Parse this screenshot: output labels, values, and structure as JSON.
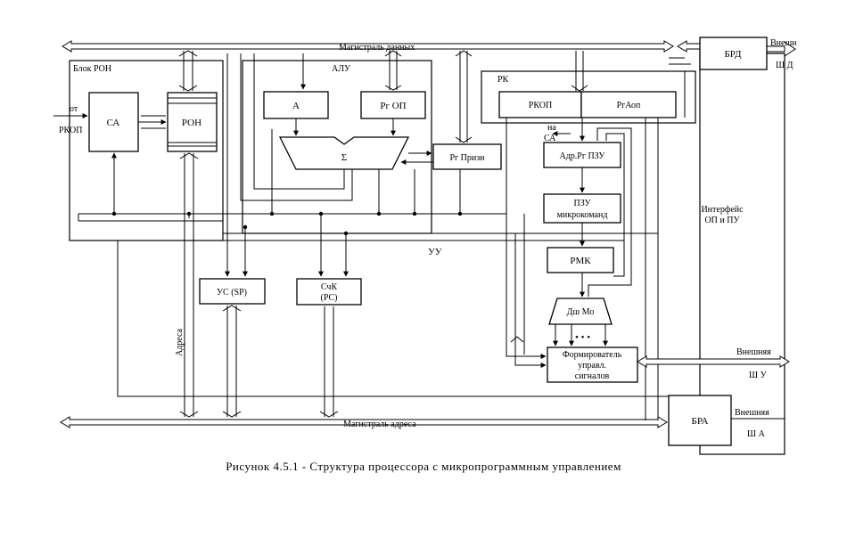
{
  "caption": "Рисунок 4.5.1 - Структура процессора с микропрограммным  управлением",
  "buses": {
    "data": "Магистраль данных",
    "address": "Магистраль адреса",
    "address_vertical": "Адреса"
  },
  "regions": {
    "ron_block": "Блок РОН",
    "alu": "АЛУ",
    "rk": "РК",
    "uu": "УУ",
    "interface_line1": "Интерфейс",
    "interface_line2": "ОП и ПУ"
  },
  "blocks": {
    "ca": "СА",
    "ron": "РОН",
    "a": "А",
    "rg_op": "Рг ОП",
    "sum": "Σ",
    "rg_prizn": "Рг Призн",
    "rkop": "РКОП",
    "rg_aop": "РгАоп",
    "adr_rg_pzu": "Адр.Рг ПЗУ",
    "pzu_line1": "ПЗУ",
    "pzu_line2": "микрокоманд",
    "rmk": "РМК",
    "dsh_mo": "Дш Мо",
    "us_sp": "УС (SP)",
    "sck_line1": "СчК",
    "sck_line2": "(PC)",
    "form_line1": "Формирователь",
    "form_line2": "управл.",
    "form_line3": "сигналов",
    "brd": "БРД",
    "bra": "БРА"
  },
  "labels": {
    "ot": "от",
    "rkop_in": "РКОП",
    "na": "на",
    "ca_out": "СА",
    "ext_shd": "Внешн",
    "shd": "Ш Д",
    "ext_shu": "Внешняя",
    "shu": "Ш У",
    "ext_sha": "Внешняя",
    "sha": "Ш А",
    "dots": "• • •"
  }
}
